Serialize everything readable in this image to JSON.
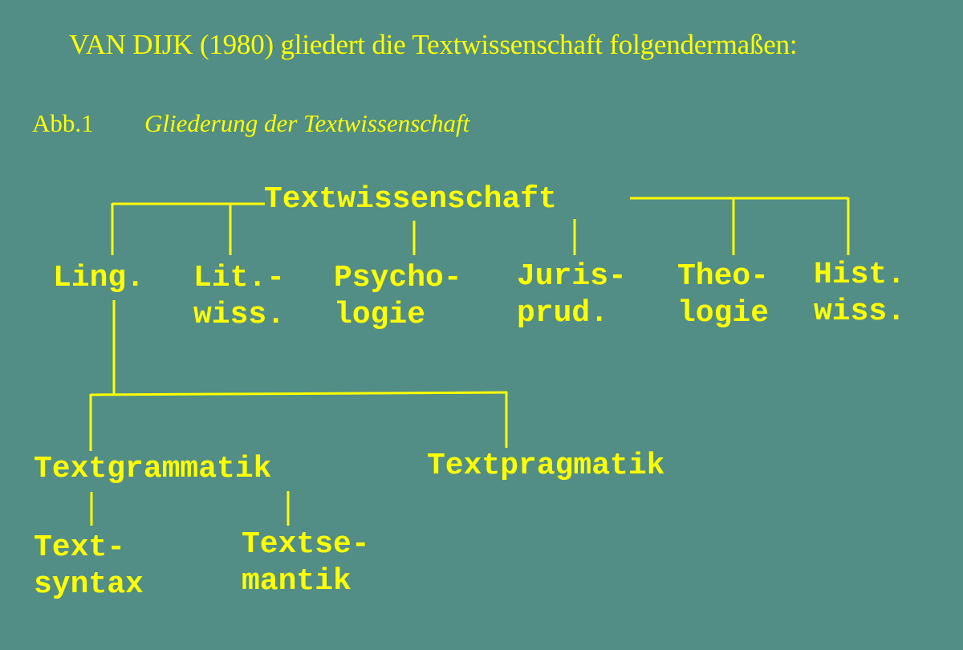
{
  "header": {
    "headline": "VAN DIJK (1980) gliedert die Textwissenschaft folgendermaßen:",
    "figure_label": "Abb.1",
    "figure_title": "Gliederung der Textwissenschaft"
  },
  "tree": {
    "root": "Textwissenschaft",
    "disciplines": [
      {
        "line1": "Ling.",
        "line2": ""
      },
      {
        "line1": "Lit.-",
        "line2": "wiss."
      },
      {
        "line1": "Psycho-",
        "line2": "logie"
      },
      {
        "line1": "Juris-",
        "line2": "prud."
      },
      {
        "line1": "Theo-",
        "line2": "logie"
      },
      {
        "line1": "Hist.",
        "line2": "wiss."
      }
    ],
    "linguistics_branches": [
      "Textgrammatik",
      "Textpragmatik"
    ],
    "grammar_branches": [
      {
        "line1": "Text-",
        "line2": "syntax"
      },
      {
        "line1": "Textse-",
        "line2": "mantik"
      }
    ]
  },
  "colors": {
    "background": "#528E85",
    "text": "#FFFF00"
  }
}
